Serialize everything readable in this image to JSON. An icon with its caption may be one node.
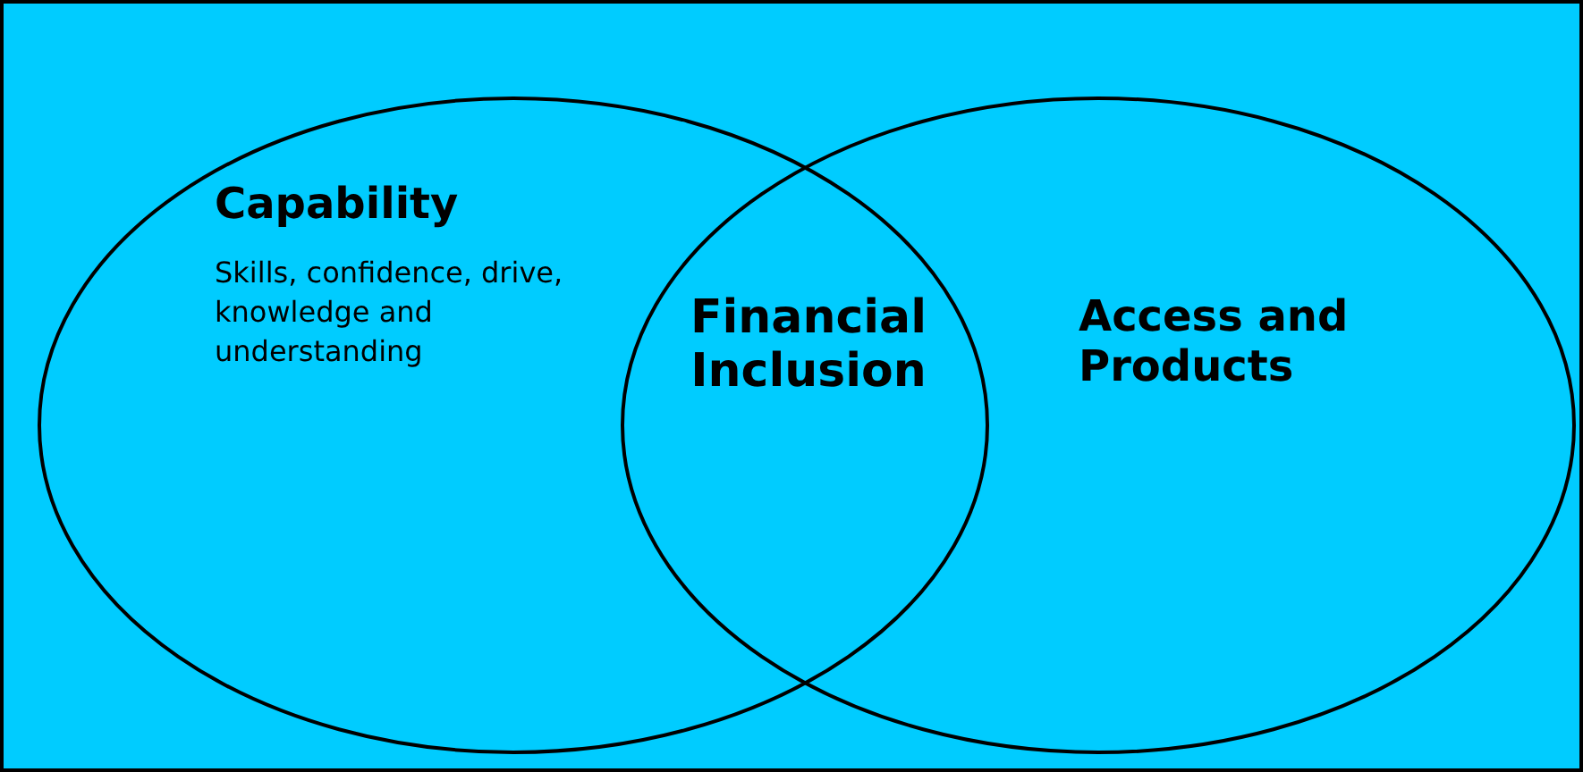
{
  "diagram": {
    "nodes": [
      {
        "text": [
          "Capability",
          "Skills, confidence, drive, knowledge and understanding"
        ]
      },
      {
        "text": [
          "Access and Products"
        ]
      }
    ],
    "labels": [
      "Financial Inclusion"
    ]
  }
}
